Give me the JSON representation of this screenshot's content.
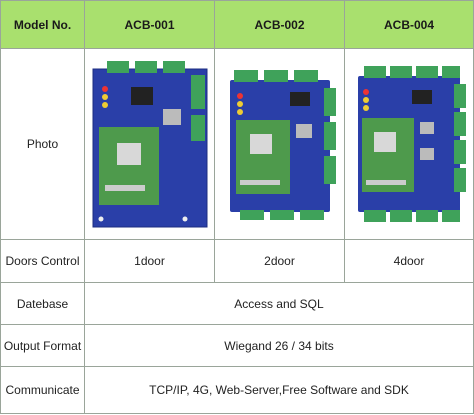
{
  "header": {
    "model_label": "Model No.",
    "models": [
      "ACB-001",
      "ACB-002",
      "ACB-004"
    ]
  },
  "rows": {
    "photo_label": "Photo",
    "doors_label": "Doors Control",
    "doors_values": [
      "1door",
      "2door",
      "4door"
    ],
    "database_label": "Datebase",
    "database_value": "Access and SQL",
    "output_label": "Output Format",
    "output_value": "Wiegand 26 / 34 bits",
    "communicate_label": "Communicate",
    "communicate_value": "TCP/IP, 4G, Web-Server,Free Software and SDK"
  },
  "colors": {
    "header_bg": "#a9e06e",
    "board_blue": "#2a3fa8",
    "board_green": "#4e9a4c",
    "terminal_green": "#3fa25a"
  },
  "icons": [
    "acb-001-board-photo",
    "acb-002-board-photo",
    "acb-004-board-photo"
  ]
}
